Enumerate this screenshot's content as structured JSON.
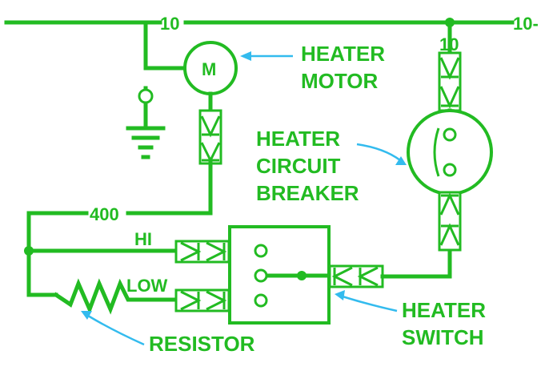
{
  "colors": {
    "wire": "#22bb22",
    "arrow": "#33bbee",
    "background": "#ffffff"
  },
  "labels": {
    "wire_top_left": "10",
    "wire_top_right": "10-",
    "wire_breaker": "10",
    "wire_400": "400",
    "motor_symbol": "M",
    "heater_motor_line1": "HEATER",
    "heater_motor_line2": "MOTOR",
    "breaker_line1": "HEATER",
    "breaker_line2": "CIRCUIT",
    "breaker_line3": "BREAKER",
    "hi": "HI",
    "low": "LOW",
    "switch_line1": "HEATER",
    "switch_line2": "SWITCH",
    "resistor": "RESISTOR"
  }
}
